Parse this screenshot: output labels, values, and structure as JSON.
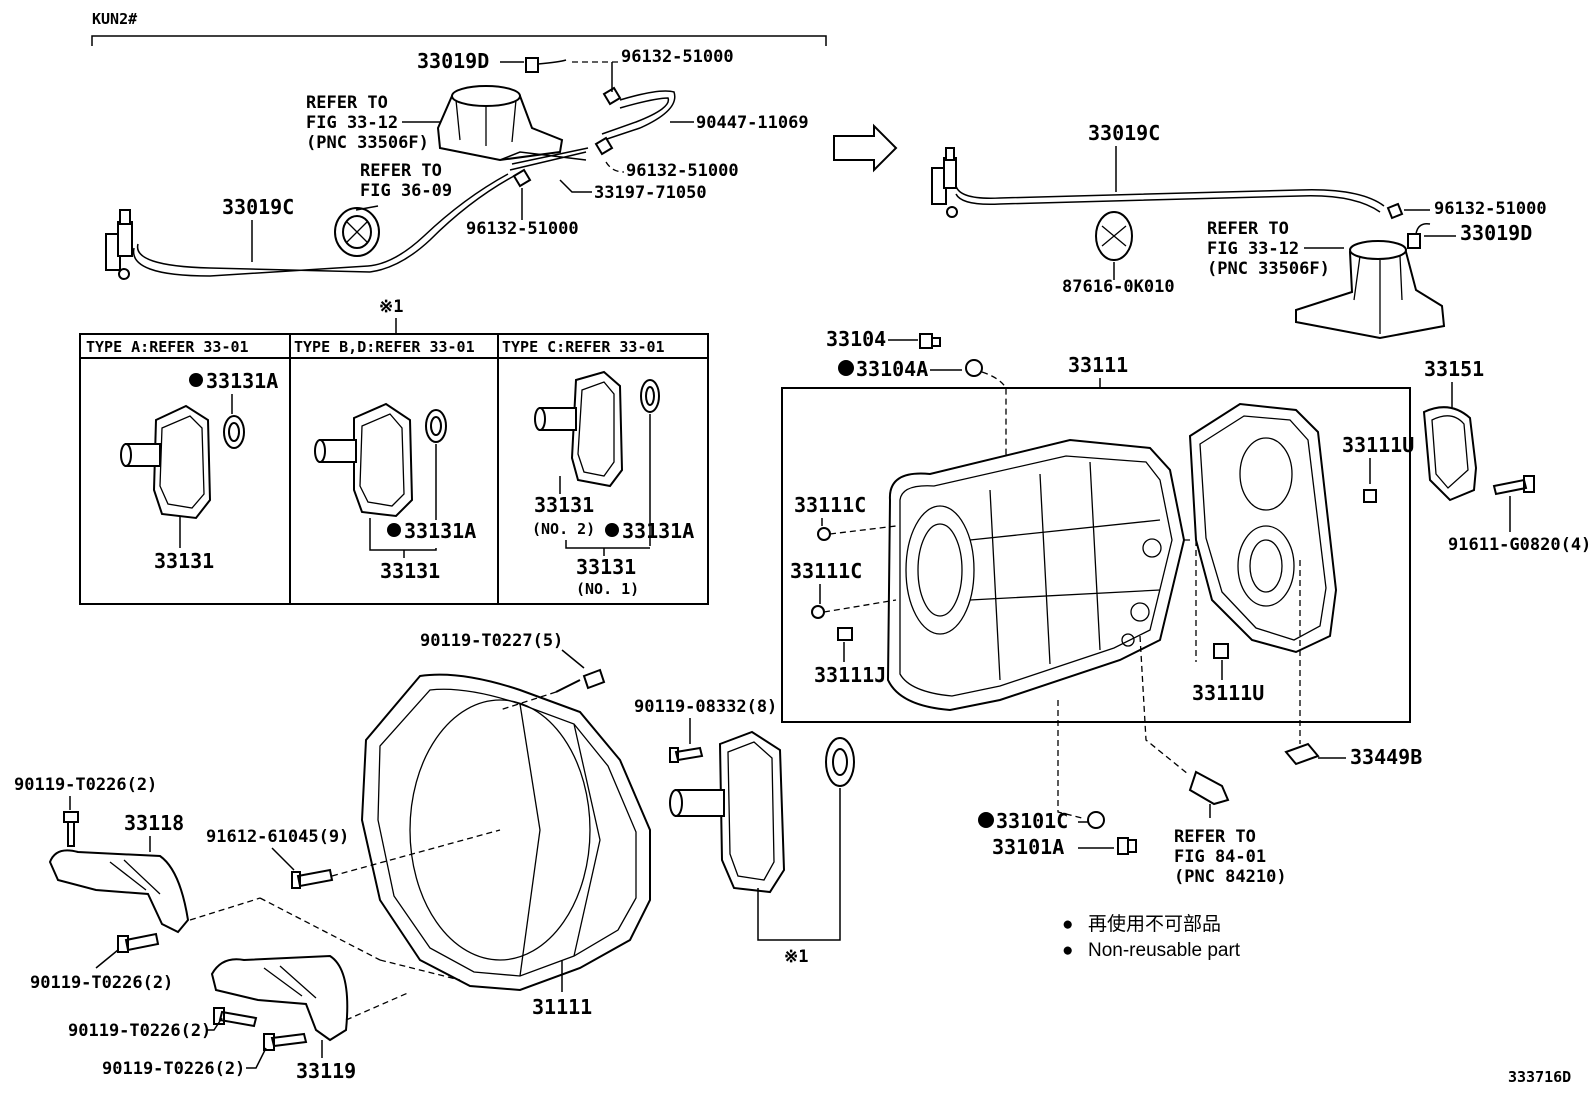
{
  "diagram": {
    "variant_label": "KUN2#",
    "figure_code": "333716D",
    "group_mark": "※1",
    "group_mark_bottom": "※1",
    "legend": {
      "bullet": "●",
      "line_jp": "再使用不可部品",
      "line_en": "Non-reusable part"
    },
    "type_table": {
      "header_a": "TYPE A:REFER 33-01",
      "header_bd": "TYPE B,D:REFER 33-01",
      "header_c": "TYPE C:REFER 33-01"
    },
    "labels": {
      "p33019D_left": "33019D",
      "p96132_top": "96132-51000",
      "p90447": "90447-11069",
      "ref_3312_l1": "REFER TO",
      "ref_3312_l2": "FIG 33-12",
      "ref_3312_l3": "(PNC 33506F)",
      "ref_3609_l1": "REFER TO",
      "ref_3609_l2": "FIG 36-09",
      "p96132_mid": "96132-51000",
      "p33197": "33197-71050",
      "p96132_low": "96132-51000",
      "p33019C_left": "33019C",
      "p33019C_right": "33019C",
      "p96132_right": "96132-51000",
      "ref_r_l1": "REFER TO",
      "ref_r_l2": "FIG 33-12",
      "ref_r_l3": "(PNC 33506F)",
      "p33019D_right": "33019D",
      "p87616": "87616-0K010",
      "p33131A_a": "33131A",
      "p33131_a": "33131",
      "p33131A_bd": "33131A",
      "p33131_bd": "33131",
      "p33131_c_top": "33131",
      "p33131_c_no2": "(NO. 2)",
      "p33131A_c": "33131A",
      "p33131_c_bot": "33131",
      "p33131_c_no1": "(NO. 1)",
      "p33104": "33104",
      "p33104A": "33104A",
      "p33111_top": "33111",
      "p33151": "33151",
      "p33111U_top": "33111U",
      "p91611": "91611-G0820(4)",
      "p33111C_1": "33111C",
      "p33111C_2": "33111C",
      "p33111J": "33111J",
      "p33111U_bot": "33111U",
      "p33449B": "33449B",
      "p90119_T0227": "90119-T0227(5)",
      "p90119_08332": "90119-08332(8)",
      "p90119_T0226_1": "90119-T0226(2)",
      "p33118": "33118",
      "p91612": "91612-61045(9)",
      "p90119_T0226_2": "90119-T0226(2)",
      "p90119_T0226_3": "90119-T0226(2)",
      "p90119_T0226_4": "90119-T0226(2)",
      "p33119": "33119",
      "p31111": "31111",
      "p33101C": "33101C",
      "p33101A": "33101A",
      "ref_84_l1": "REFER TO",
      "ref_84_l2": "FIG 84-01",
      "ref_84_l3": "(PNC 84210)"
    }
  }
}
